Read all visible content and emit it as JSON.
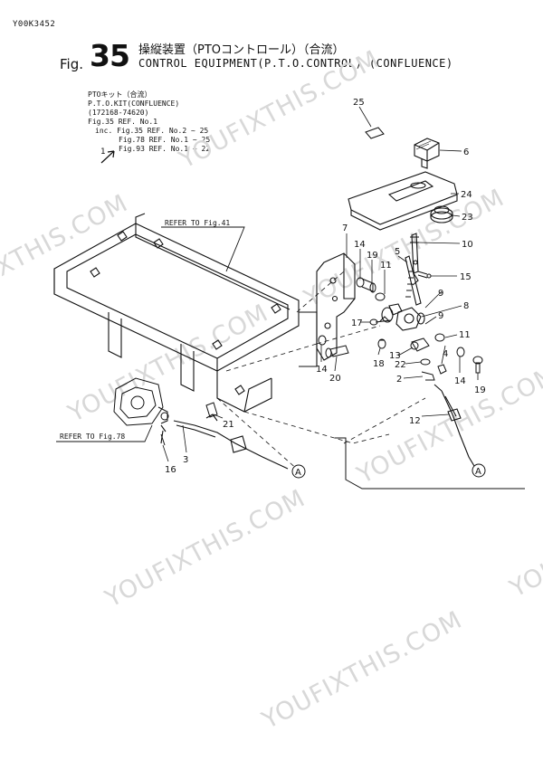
{
  "header": {
    "doc_code": "Y00K3452",
    "fig_prefix": "Fig.",
    "fig_number": "35",
    "title_jp": "操縦装置（PTOコントロール）（合流）",
    "title_en": "CONTROL EQUIPMENT(P.T.O.CONTROL) (CONFLUENCE)"
  },
  "kit_note": {
    "line1": "PTOキット（合流）",
    "line2": "P.T.O.KIT(CONFLUENCE)",
    "line3": "(172168-74620)",
    "line4": "Fig.35 REF. No.1",
    "line5": "inc. Fig.35 REF. No.2 ~ 25",
    "line6": "Fig.78 REF. No.1 ~ 25",
    "line7": "Fig.93 REF. No.1 ~ 22",
    "callout": "1"
  },
  "references": {
    "fig41": "REFER TO Fig.41",
    "fig78": "REFER TO Fig.78"
  },
  "connector": {
    "label": "A"
  },
  "callouts": {
    "c25": "25",
    "c6": "6",
    "c24": "24",
    "c23": "23",
    "c10": "10",
    "c15": "15",
    "c7": "7",
    "c14a": "14",
    "c19a": "19",
    "c11a": "11",
    "c5": "5",
    "c9a": "9",
    "c8": "8",
    "c9b": "9",
    "c17": "17",
    "c11b": "11",
    "c13": "13",
    "c22": "22",
    "c18": "18",
    "c4": "4",
    "c14b": "14",
    "c19b": "19",
    "c14c": "14",
    "c20": "20",
    "c2": "2",
    "c12": "12",
    "c21": "21",
    "c16": "16",
    "c3": "3"
  },
  "watermark": "YOUFIXTHIS.COM"
}
